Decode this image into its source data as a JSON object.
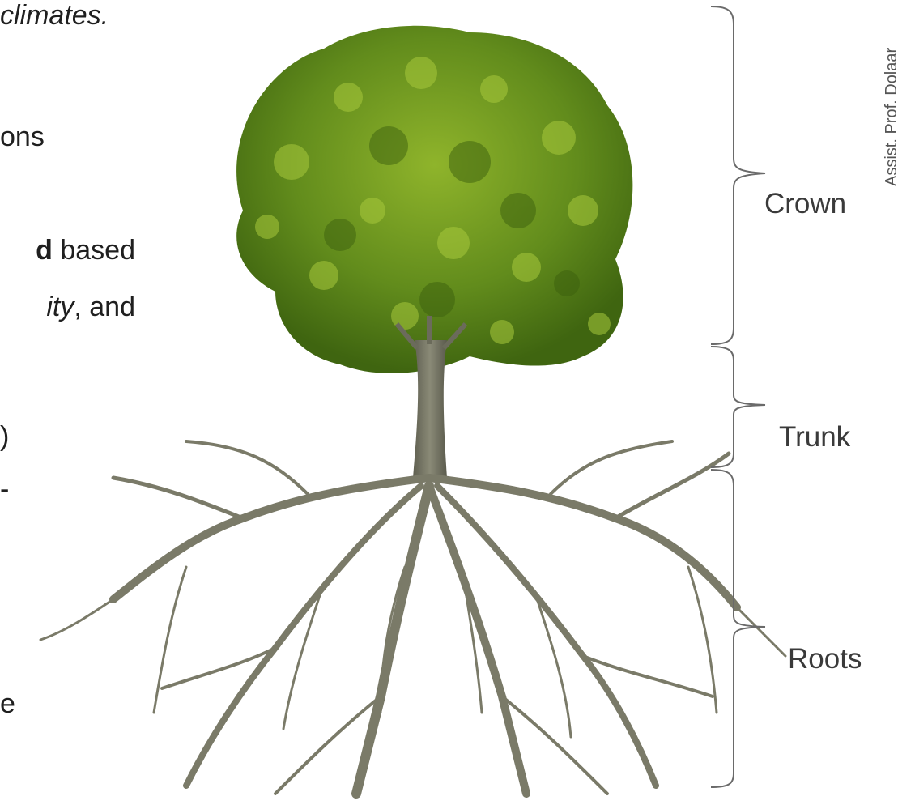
{
  "slide_text": {
    "line1": "climates.",
    "line2": "ons",
    "line3_bold": "d",
    "line3_rest": " based",
    "line4_italic": "ity",
    "line4_rest": ",   and",
    "frag1": ")",
    "frag2": "-",
    "frag3": "e"
  },
  "labels": {
    "crown": "Crown",
    "trunk": "Trunk",
    "roots": "Roots"
  },
  "credit": "Assist. Prof. Dolaar",
  "colors": {
    "foliage_dark": "#4f7a16",
    "foliage_mid": "#6f9a22",
    "foliage_light": "#a5c83a",
    "bark": "#7a7a68",
    "brace": "#6a6a6a"
  }
}
